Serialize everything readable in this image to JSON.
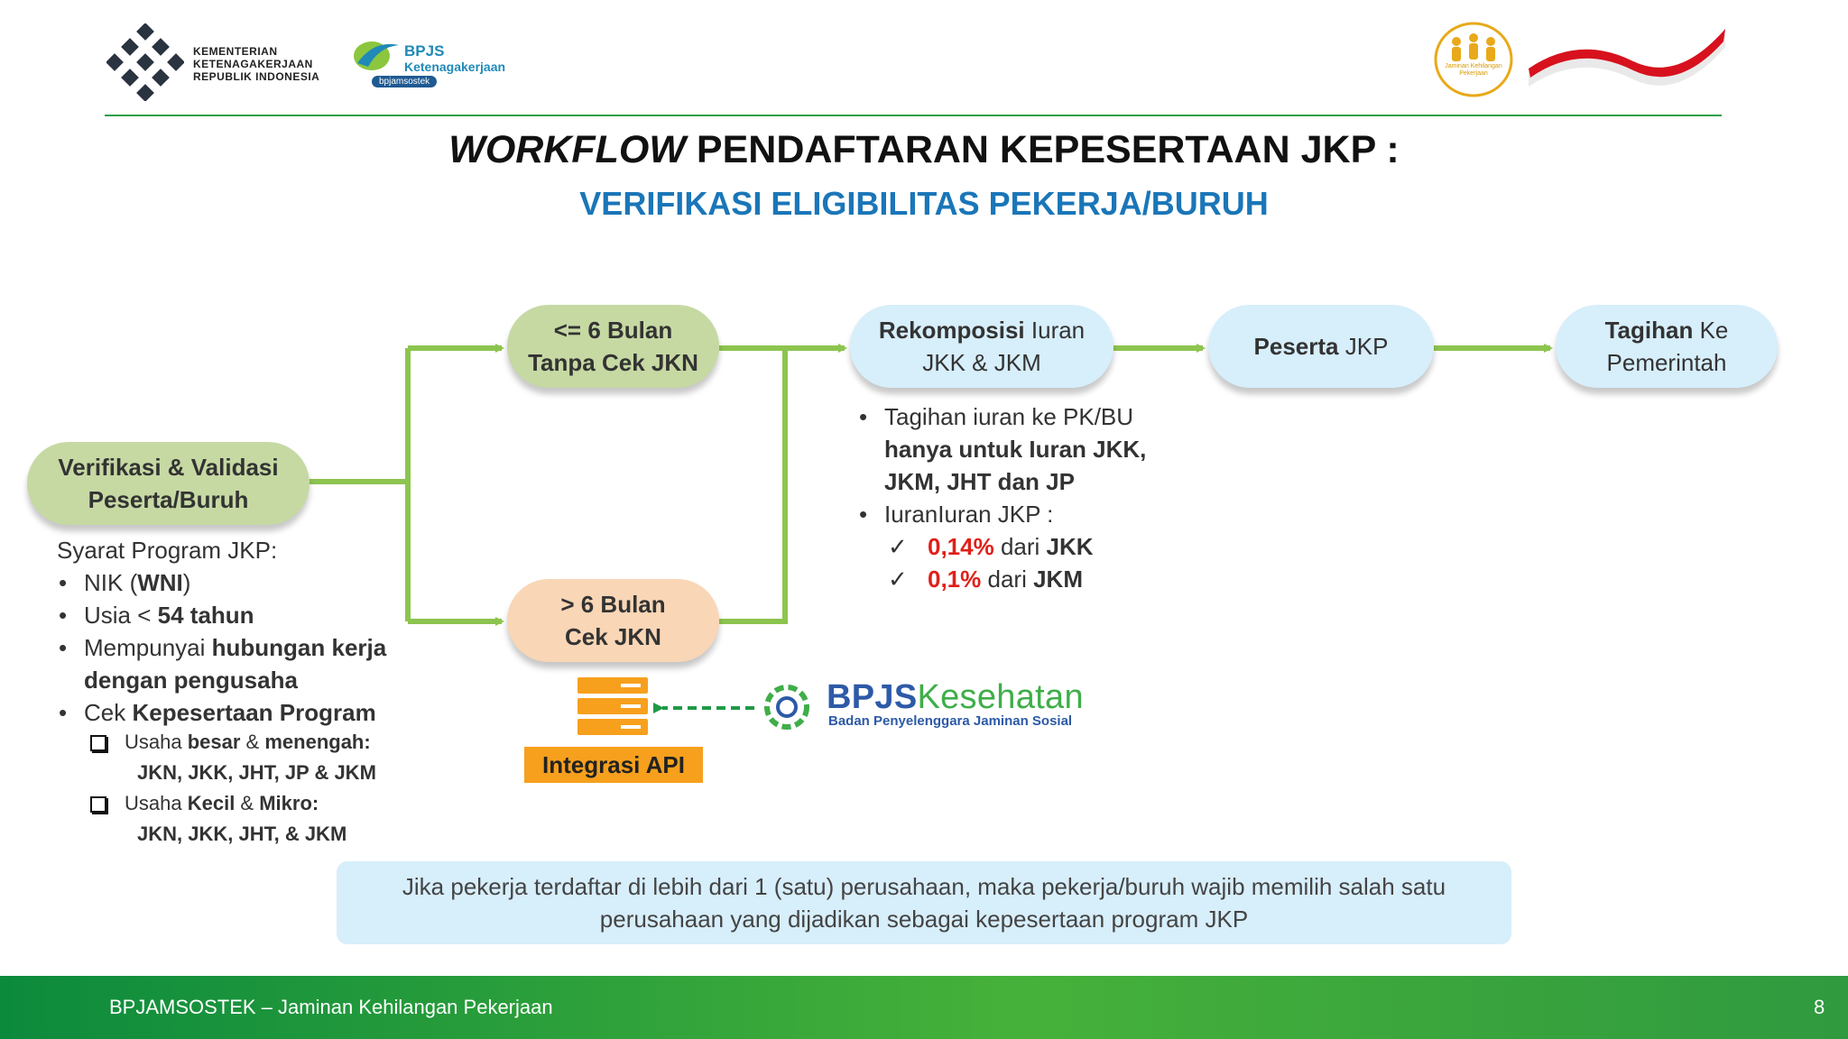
{
  "header": {
    "kementerian_lines": [
      "KEMENTERIAN",
      "KETENAGAKERJAAN",
      "REPUBLIK INDONESIA"
    ],
    "bpjs_tk": {
      "line1": "BPJS",
      "line2": "Ketenagakerjaan",
      "tagline": "bpjamsostek"
    },
    "jkp_logo_text": "Jaminan Kehilangan Pekerjaan"
  },
  "title": {
    "italic": "WORKFLOW",
    "rest": " PENDAFTARAN KEPESERTAAN JKP :",
    "subtitle": "VERIFIKASI ELIGIBILITAS PEKERJA/BURUH"
  },
  "nodes": {
    "verifikasi": {
      "line1": "Verifikasi & Validasi",
      "line2": "Peserta/Buruh"
    },
    "bulan_le6": {
      "line1": "<= 6 Bulan",
      "line2": "Tanpa Cek JKN"
    },
    "bulan_gt6": {
      "line1": "> 6 Bulan",
      "line2": "Cek JKN"
    },
    "rekomposisi": {
      "bold": "Rekomposisi",
      "rest": " Iuran",
      "line2": "JKK & JKM"
    },
    "peserta": {
      "bold": "Peserta",
      "rest": " JKP"
    },
    "tagihan": {
      "bold": "Tagihan",
      "rest": " Ke",
      "line2": "Pemerintah"
    }
  },
  "syarat": {
    "heading": "Syarat Program JKP:",
    "nik": {
      "pre": "NIK (",
      "bold": "WNI",
      "post": ")"
    },
    "usia": {
      "pre": "Usia < ",
      "bold": "54 tahun"
    },
    "hubungan": {
      "pre": "Mempunyai ",
      "bold1": "hubungan kerja",
      "bold2": "dengan pengusaha"
    },
    "cek": {
      "pre": "Cek ",
      "bold": "Kepesertaan Program"
    },
    "usaha_besar": {
      "pre": "Usaha ",
      "b1": "besar",
      "mid": " & ",
      "b2": "menengah:",
      "line2": "JKN, JKK, JHT, JP & JKM"
    },
    "usaha_kecil": {
      "pre": "Usaha ",
      "b1": "Kecil",
      "mid": " & ",
      "b2": "Mikro:",
      "line2": "JKN, JKK, JHT, & JKM"
    }
  },
  "rekomposisi_notes": {
    "bullet1": {
      "line1": "Tagihan iuran ke PK/BU",
      "bold2": "hanya untuk Iuran JKK,",
      "bold3": "JKM, JHT dan JP"
    },
    "bullet2": "IuranIuran JKP :",
    "check1": {
      "red": "0,14%",
      "mid": " dari ",
      "bold": "JKK"
    },
    "check2": {
      "red": "0,1%",
      "mid": " dari ",
      "bold": "JKM"
    }
  },
  "integrasi_label": "Integrasi API",
  "bpjs_kesehatan": {
    "name1": "BPJS",
    "name2": "Kesehatan",
    "sub": "Badan Penyelenggara Jaminan Sosial"
  },
  "note": {
    "line1": "Jika pekerja terdaftar di lebih dari 1 (satu) perusahaan, maka pekerja/buruh wajib memilih salah satu",
    "line2": "perusahaan yang dijadikan sebagai kepesertaan program JKP"
  },
  "footer": {
    "text": "BPJAMSOSTEK – Jaminan Kehilangan Pekerjaan",
    "page": "8"
  },
  "colors": {
    "header_line": "#2e9e4a",
    "title_blue": "#1a76b8",
    "arrow_green": "#8dc44f",
    "node_green": "#c6d9a3",
    "node_peach": "#f9d6b6",
    "node_blue": "#d7eefb",
    "integ_orange": "#f7a01d",
    "red": "#e0201a"
  }
}
